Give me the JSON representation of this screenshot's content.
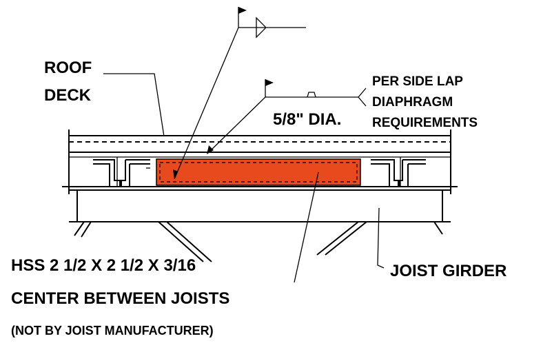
{
  "labels": {
    "roof": "ROOF",
    "deck": "DECK",
    "side_lap_1": "PER SIDE LAP",
    "side_lap_2": "DIAPHRAGM",
    "side_lap_3": "REQUIREMENTS",
    "weld_dia": "5/8\" DIA.",
    "hss": "HSS 2 1/2 X 2 1/2 X 3/16",
    "center": "CENTER BETWEEN JOISTS",
    "not_by": "(NOT BY JOIST MANUFACTURER)",
    "joist_girder": "JOIST GIRDER"
  },
  "colors": {
    "hss_fill": "#E8491D",
    "line": "#000000"
  }
}
